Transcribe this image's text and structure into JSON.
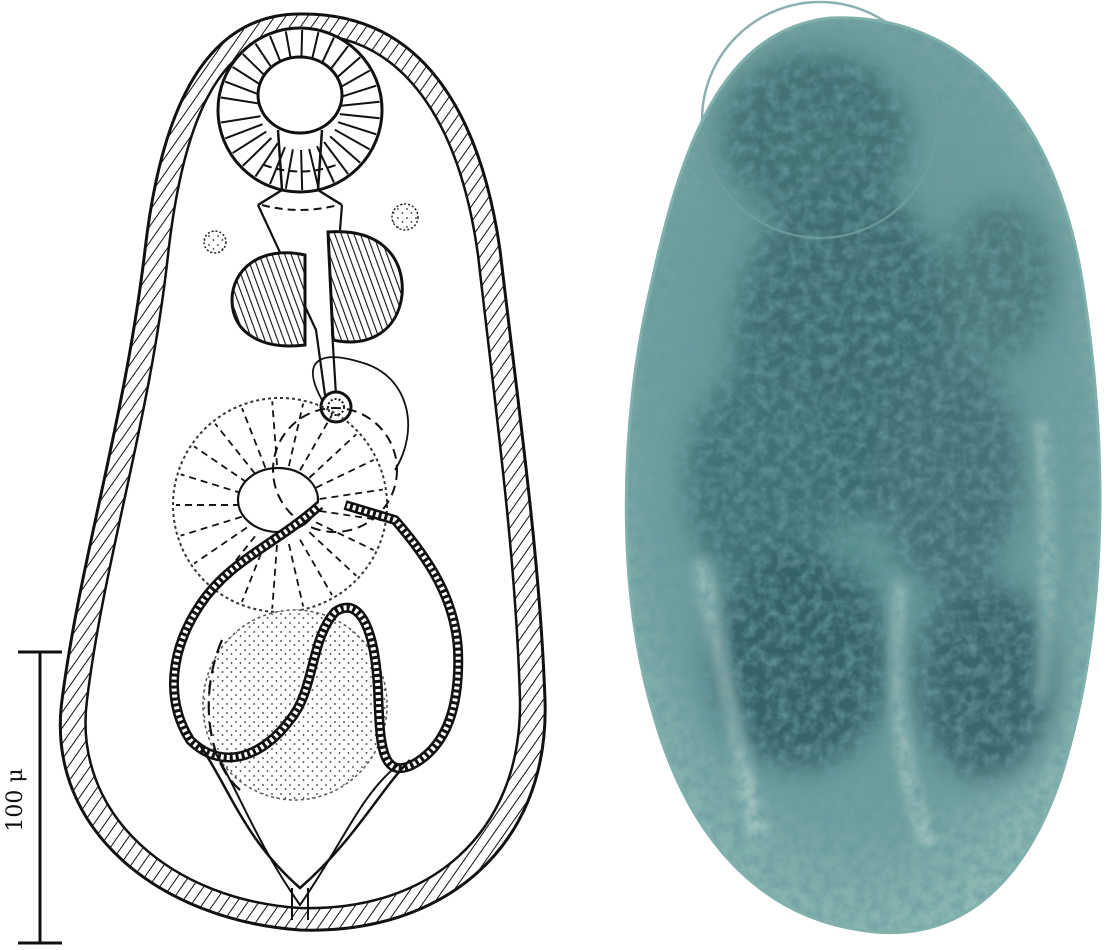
{
  "figure": {
    "scale_bar": {
      "label": "100 μ"
    },
    "panels": [
      {
        "kind": "line-drawing",
        "subject": "trematode-outline"
      },
      {
        "kind": "micrograph",
        "subject": "trematode-stained"
      }
    ],
    "colors": {
      "ink": "#111111",
      "paper": "#ffffff",
      "stain_light": "#8fb8b4",
      "stain_mid": "#4f8486",
      "stain_dark": "#1f4c55"
    }
  }
}
